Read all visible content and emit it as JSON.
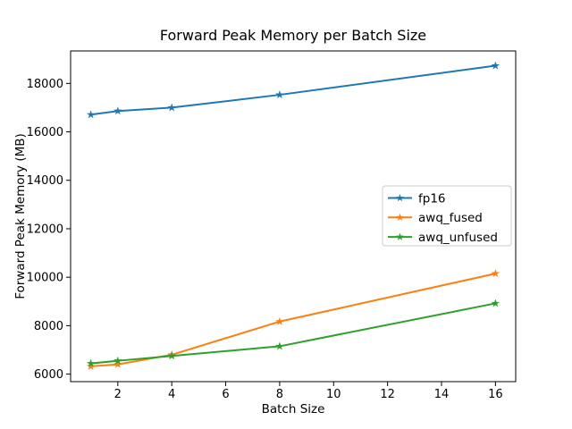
{
  "figure": {
    "background": "#ffffff",
    "spine_color": "#000000",
    "text_color": "#000000"
  },
  "chart_data": {
    "type": "line",
    "title": "Forward Peak Memory per Batch Size",
    "xlabel": "Batch Size",
    "ylabel": "Forward Peak Memory (MB)",
    "x": [
      1,
      2,
      4,
      8,
      16
    ],
    "series": [
      {
        "name": "fp16",
        "color": "#1f77b4",
        "marker": "star",
        "values": [
          16710,
          16860,
          17000,
          17530,
          18730
        ]
      },
      {
        "name": "awq_fused",
        "color": "#ff7f0e",
        "marker": "star",
        "values": [
          6320,
          6400,
          6800,
          8170,
          10150
        ]
      },
      {
        "name": "awq_unfused",
        "color": "#2ca02c",
        "marker": "star",
        "values": [
          6440,
          6550,
          6750,
          7150,
          8920
        ]
      }
    ],
    "xticks": [
      2,
      4,
      6,
      8,
      10,
      12,
      14,
      16
    ],
    "yticks": [
      6000,
      8000,
      10000,
      12000,
      14000,
      16000,
      18000
    ],
    "xlim": [
      0.25,
      16.75
    ],
    "ylim": [
      5690,
      19340
    ],
    "grid": false,
    "legend": {
      "position": "center-right",
      "frame_color": "#cccccc",
      "background": "#ffffff",
      "entries": [
        "fp16",
        "awq_fused",
        "awq_unfused"
      ]
    }
  }
}
